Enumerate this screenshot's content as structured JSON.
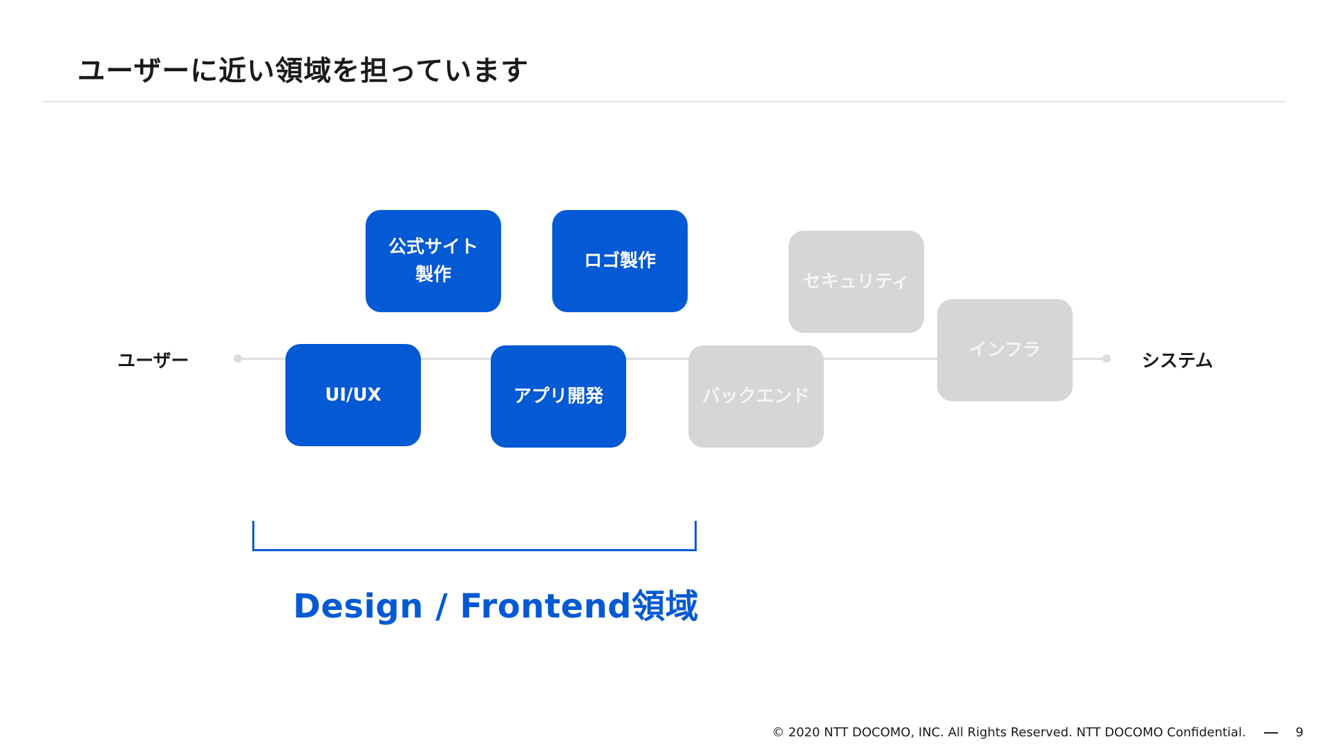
{
  "slide": {
    "title": "ユーザーに近い領域を担っています",
    "axis": {
      "left_label": "ユーザー",
      "right_label": "システム"
    },
    "boxes": [
      {
        "id": "web",
        "label": "公式サイト\n製作",
        "color": "#0459d4"
      },
      {
        "id": "logo",
        "label": "ロゴ製作",
        "color": "#0459d4"
      },
      {
        "id": "sec",
        "label": "セキュリティ",
        "color": "#d6d6d6"
      },
      {
        "id": "uiux",
        "label": "UI/UX",
        "color": "#0459d4"
      },
      {
        "id": "app",
        "label": "アプリ開発",
        "color": "#0459d4"
      },
      {
        "id": "back",
        "label": "バックエンド",
        "color": "#d6d6d6"
      },
      {
        "id": "infra",
        "label": "インフラ",
        "color": "#d6d6d6"
      }
    ],
    "region_label": "Design / Frontend領域",
    "footer": {
      "copyright": "© 2020 NTT DOCOMO, INC. All Rights Reserved. NTT DOCOMO Confidential.",
      "page_number": "9"
    }
  },
  "colors": {
    "accent_blue": "#0459d4",
    "inactive_gray": "#d6d6d6",
    "text": "#1a1a1a"
  }
}
